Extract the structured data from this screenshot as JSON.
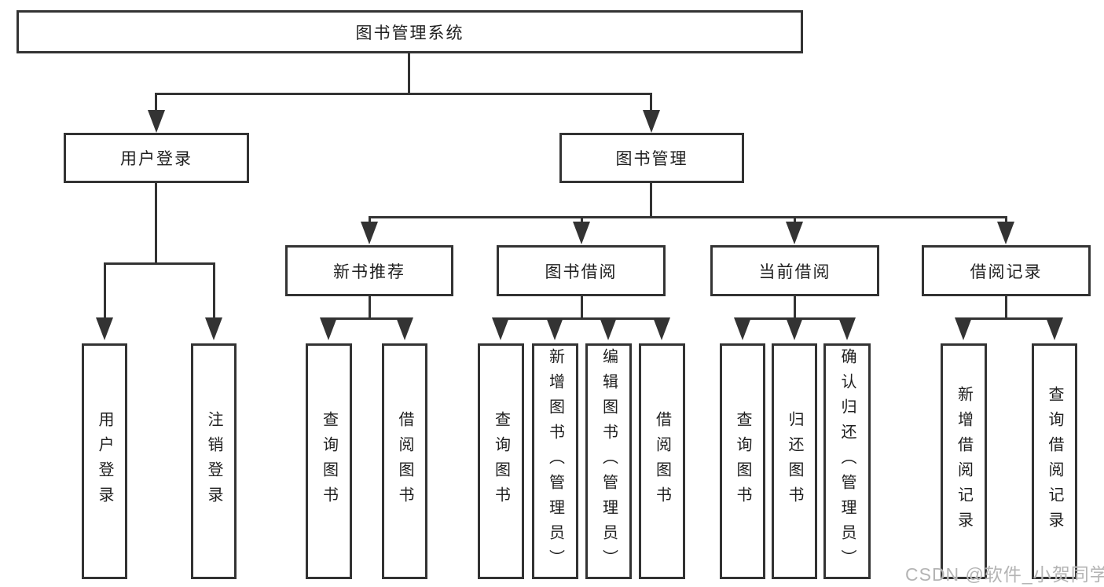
{
  "diagram": {
    "root": {
      "label": "图书管理系统"
    },
    "branches": [
      {
        "label": "用户登录",
        "children": [
          {
            "label": "用户登录"
          },
          {
            "label": "注销登录"
          }
        ]
      },
      {
        "label": "图书管理",
        "children": [
          {
            "label": "新书推荐",
            "children": [
              {
                "label": "查询图书"
              },
              {
                "label": "借阅图书"
              }
            ]
          },
          {
            "label": "图书借阅",
            "children": [
              {
                "label": "查询图书"
              },
              {
                "label": "新增图书（管理员）"
              },
              {
                "label": "编辑图书（管理员）"
              },
              {
                "label": "借阅图书"
              }
            ]
          },
          {
            "label": "当前借阅",
            "children": [
              {
                "label": "查询图书"
              },
              {
                "label": "归还图书"
              },
              {
                "label": "确认归还（管理员）"
              }
            ]
          },
          {
            "label": "借阅记录",
            "children": [
              {
                "label": "新增借阅记录"
              },
              {
                "label": "查询借阅记录"
              }
            ]
          }
        ]
      }
    ]
  },
  "watermark": {
    "text": "CSDN @软件_小贺同学",
    "color": "#b4b4b4"
  },
  "colors": {
    "line": "#333333",
    "box_border": "#333333",
    "box_background": "#ffffff",
    "text": "#1f1f1f",
    "page_background": "#ffffff"
  }
}
